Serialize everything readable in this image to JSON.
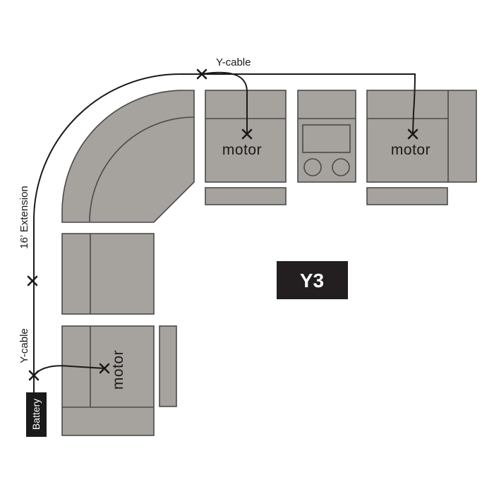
{
  "labels": {
    "y_cable_top": "Y-cable",
    "extension": "16’ Extension",
    "y_cable_left": "Y-cable",
    "battery": "Battery",
    "motor_top_left": "motor",
    "motor_top_right": "motor",
    "motor_left": "motor",
    "badge": "Y3"
  },
  "colors": {
    "seat_fill": "#a6a29d",
    "outline": "#4a4a4a",
    "wire": "#1a1a1a",
    "badge_bg": "#231f20",
    "background": "#ffffff"
  }
}
